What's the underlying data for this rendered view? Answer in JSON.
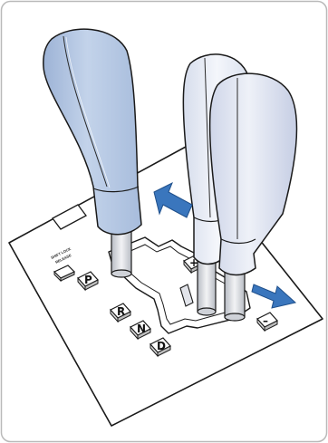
{
  "frame": {
    "border_color": "#b9b9b9",
    "background": "#ffffff"
  },
  "knob_colors": {
    "park": "#b4c8e3",
    "drive_rear": "#e8edf6",
    "drive_front": "#dfe4f2"
  },
  "arrow_color": "#3a76bd",
  "labels": {
    "shift_lock_line1": "SHIFT LOCK",
    "shift_lock_line2": "RELEASE",
    "park": "P",
    "reverse": "R",
    "neutral": "N",
    "drive": "D",
    "plus": "+",
    "minus": "–"
  }
}
